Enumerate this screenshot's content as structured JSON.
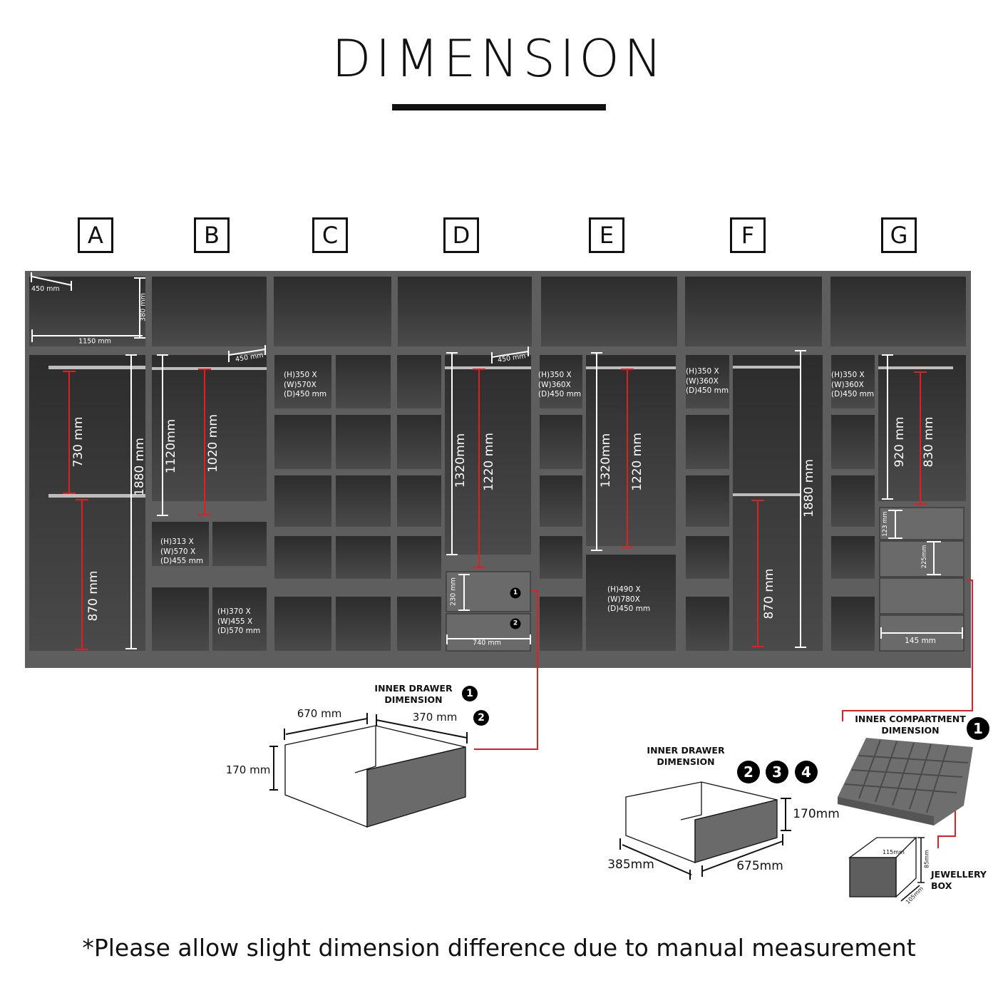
{
  "title": "DIMENSION",
  "sections": [
    "A",
    "B",
    "C",
    "D",
    "E",
    "F",
    "G"
  ],
  "colors": {
    "accent_line": "#e02020",
    "cabinet": "#4a4a4a",
    "text": "#111111"
  },
  "labels": {
    "a_depth": "450 mm",
    "a_top_h": "380 mm",
    "a_width": "1150 mm",
    "a_rail1": "730 mm",
    "a_rail2": "870 mm",
    "a_total": "1880 mm",
    "b_depth": "450 mm",
    "b_hang": "1120mm",
    "b_rail": "1020 mm",
    "b_cell1": [
      "(H)313 X",
      "(W)570 X",
      "(D)455 mm"
    ],
    "b_cell2": [
      "(H)370 X",
      "(W)455 X",
      "(D)570 mm"
    ],
    "c_cell": [
      "(H)350 X",
      "(W)570X",
      "(D)450 mm"
    ],
    "d_depth": "450 mm",
    "d_hang": "1320mm",
    "d_rail": "1220 mm",
    "d_drawer_h": "230 mm",
    "d_drawer_w": "740 mm",
    "e_cell": [
      "(H)350 X",
      "(W)360X",
      "(D)450 mm"
    ],
    "e_hang": "1320mm",
    "e_rail": "1220 mm",
    "e_cab": [
      "(H)490 X",
      "(W)780X",
      "(D)450 mm"
    ],
    "f_cell": [
      "(H)350 X",
      "(W)360X",
      "(D)450 mm"
    ],
    "f_rail": "870 mm",
    "f_total": "1880 mm",
    "g_cell": [
      "(H)350 X",
      "(W)360X",
      "(D)450 mm"
    ],
    "g_hang": "920 mm",
    "g_rail": "830 mm",
    "g_d1": "123 mm",
    "g_d2": "225mm",
    "g_w": "145 mm"
  },
  "badges": {
    "one": "1",
    "two": "2",
    "three": "3",
    "four": "4"
  },
  "drawer1": {
    "heading": [
      "INNER DRAWER",
      "DIMENSION"
    ],
    "width": "670 mm",
    "depth": "370 mm",
    "height": "170 mm"
  },
  "drawer2": {
    "heading": [
      "INNER DRAWER",
      "DIMENSION"
    ],
    "height": "170mm",
    "depth": "385mm",
    "width": "675mm"
  },
  "compartment": {
    "heading": [
      "INNER COMPARTMENT",
      "DIMENSION"
    ]
  },
  "jewellery": {
    "heading": [
      "JEWELLERY",
      "BOX"
    ],
    "w": "115mm",
    "h": "85mm",
    "d": "105mm"
  },
  "footer": "*Please allow slight dimension difference due to manual measurement"
}
